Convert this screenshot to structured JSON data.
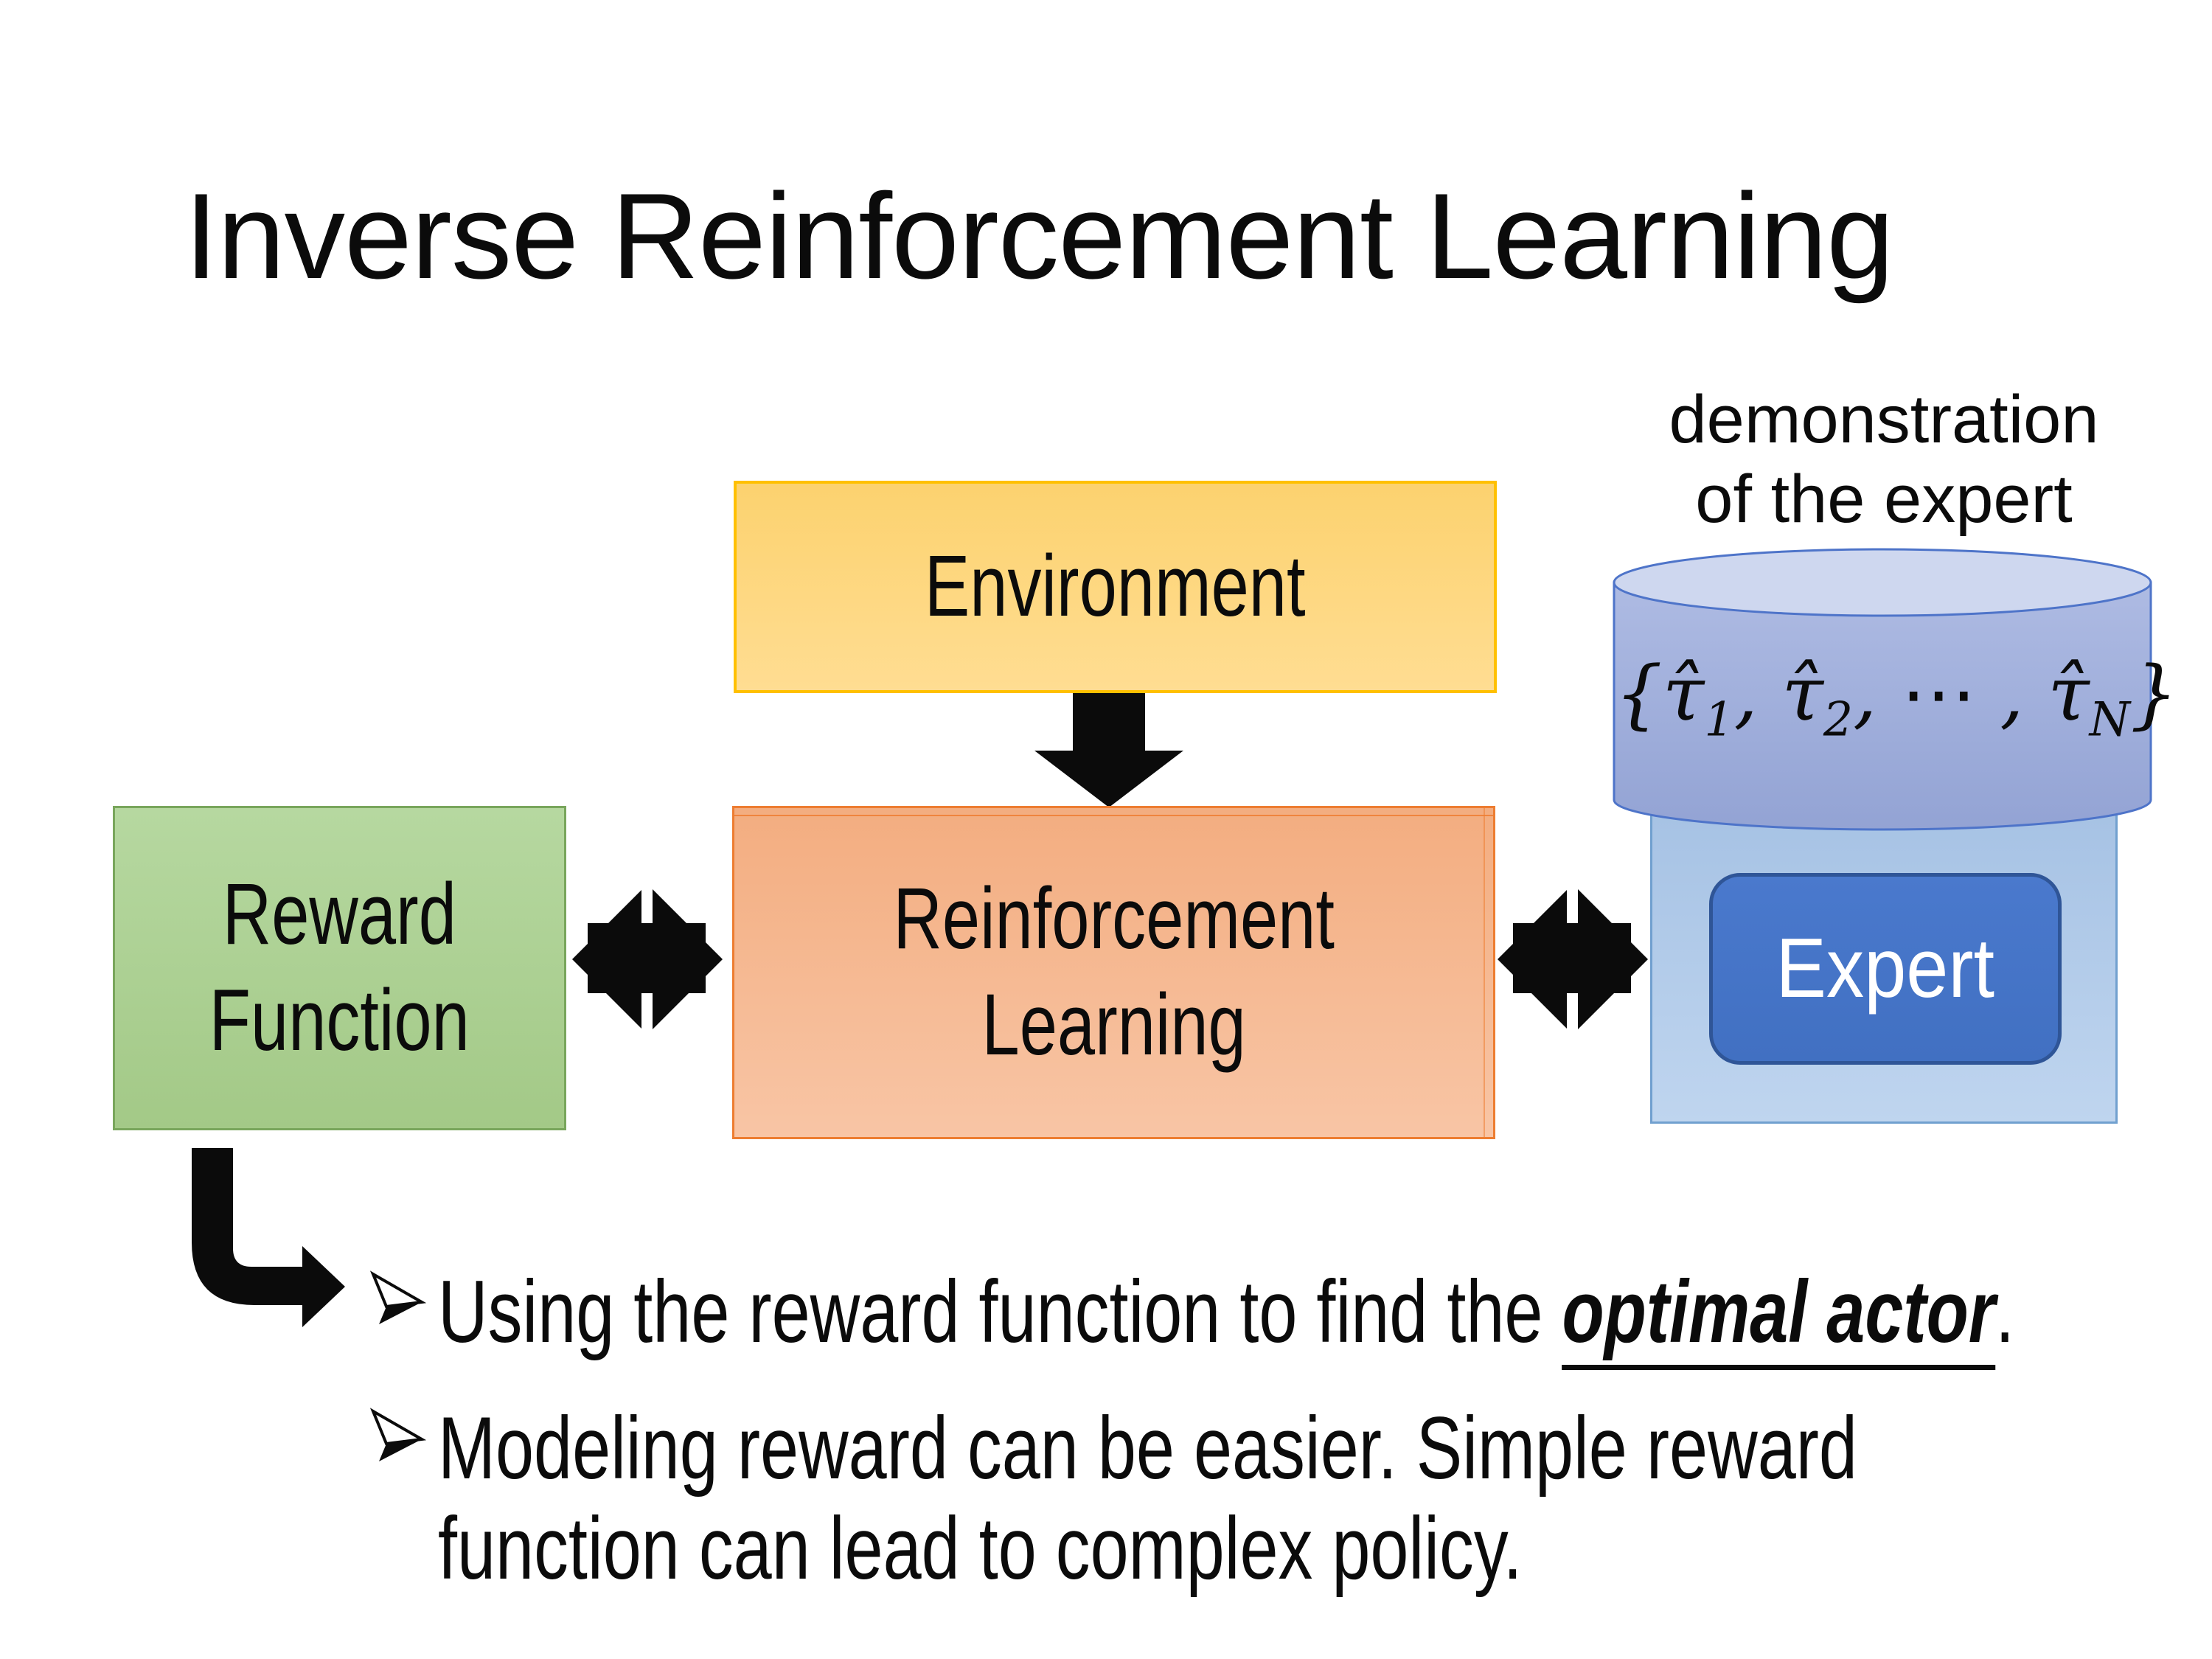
{
  "title": "Inverse Reinforcement Learning",
  "demo_label": {
    "line1": "demonstration",
    "line2": "of the expert"
  },
  "boxes": {
    "environment": {
      "label": "Environment"
    },
    "reward_function": {
      "line1": "Reward",
      "line2": "Function"
    },
    "reinforcement_learning": {
      "line1": "Reinforcement",
      "line2": "Learning"
    },
    "expert": {
      "label": "Expert"
    }
  },
  "trajectory_set": {
    "parts": [
      {
        "t": "{"
      },
      {
        "t": "τ̂",
        "sub": "1"
      },
      {
        "t": ", "
      },
      {
        "t": "τ̂",
        "sub": "2"
      },
      {
        "t": ", ⋯ , "
      },
      {
        "t": "τ̂",
        "sub": "N"
      },
      {
        "t": "}"
      }
    ]
  },
  "bullets": [
    {
      "pre": "Using the reward function to find the ",
      "emphasis": "optimal actor",
      "post": "."
    },
    {
      "text": "Modeling reward can be easier. Simple reward function can lead to complex policy."
    }
  ],
  "icons": {
    "down_arrow": "solid black block arrow pointing down",
    "double_arrow_left": "black starburst double-headed exchange arrow",
    "double_arrow_right": "black starburst double-headed exchange arrow",
    "bent_arrow": "black elbow arrow curving down then right",
    "bullet_marker": "three-d top-lighted right arrowhead ➢",
    "database_cylinder": "blue data cylinder holding expert trajectories"
  },
  "colors": {
    "ink": "#0b0b0b",
    "env-border": "#FFC000",
    "env-a": "#fcd26f",
    "env-b": "#ffdd92",
    "green-border": "#79a65c",
    "green-a": "#b6d8a0",
    "green-b": "#a3c987",
    "orange-border": "#ED7D31",
    "orange-a": "#f3ad80",
    "orange-b": "#f8c5a5",
    "panel-border": "#71a0cf",
    "panel-a": "#a6c2e4",
    "panel-b": "#bfd5ef",
    "expert-border": "#2F5597",
    "expert-a": "#4a79cd",
    "expert-b": "#4170c2",
    "cyl-border": "#4e74c9",
    "cyl-a": "#aebbe3",
    "cyl-b": "#93a3d4",
    "cyl-top": "#ced7ef"
  }
}
